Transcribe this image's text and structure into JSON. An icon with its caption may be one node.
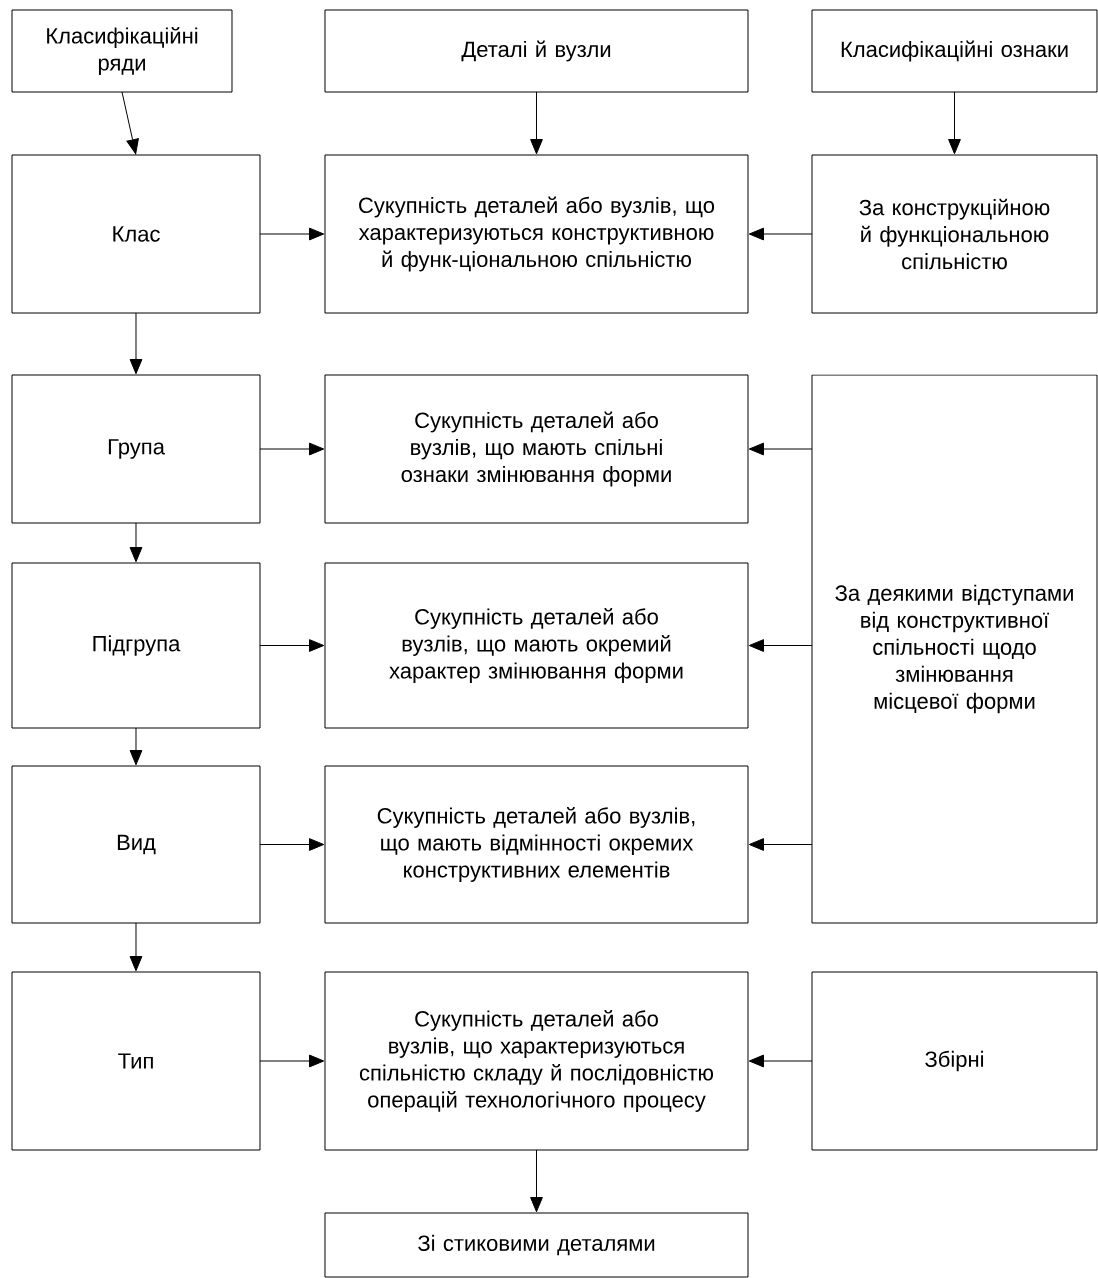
{
  "diagram": {
    "nodes": [
      {
        "text": [
          "Класифікаційні ряди"
        ]
      },
      {
        "text": [
          "Деталі й вузли"
        ]
      },
      {
        "text": [
          "Класифікаційні ознаки"
        ]
      },
      {
        "text": [
          "Клас"
        ]
      },
      {
        "text": [
          "Сукупність деталей або вузлів, що характеризуються конструктивною й функ-ціональною спільністю"
        ]
      },
      {
        "text": [
          "За конструкційною й функціональною спільністю"
        ]
      },
      {
        "text": [
          "Група"
        ]
      },
      {
        "text": [
          "Сукупність деталей або вузлів, що мають спільні ознаки змінювання форми"
        ]
      },
      {
        "text": [
          "За деякими відступами від конструктивної спільності щодо змінювання місцевої форми"
        ]
      },
      {
        "text": [
          "Підгрупа"
        ]
      },
      {
        "text": [
          "Сукупність деталей або вузлів, що мають окремий характер змінювання форми"
        ]
      },
      {
        "text": [
          "Вид"
        ]
      },
      {
        "text": [
          "Сукупність деталей або вузлів, що мають відмінності окремих конструктивних елементів"
        ]
      },
      {
        "text": [
          "Тип"
        ]
      },
      {
        "text": [
          "Сукупність деталей або вузлів, що характеризуються спільністю складу й послідовністю операцій технологічного процесу"
        ]
      },
      {
        "text": [
          "Збірні"
        ]
      },
      {
        "text": [
          "Зі стиковими деталями"
        ]
      }
    ],
    "edges": [
      {
        "from": 0,
        "to": 3,
        "arrow": "to"
      },
      {
        "from": 1,
        "to": 4,
        "arrow": "to"
      },
      {
        "from": 2,
        "to": 5,
        "arrow": "to"
      },
      {
        "from": 3,
        "to": 4,
        "arrow": "to"
      },
      {
        "from": 5,
        "to": 4,
        "arrow": "to"
      },
      {
        "from": 3,
        "to": 6,
        "arrow": "to"
      },
      {
        "from": 6,
        "to": 7,
        "arrow": "to"
      },
      {
        "from": 8,
        "to": 7,
        "arrow": "to"
      },
      {
        "from": 6,
        "to": 9,
        "arrow": "to"
      },
      {
        "from": 9,
        "to": 10,
        "arrow": "to"
      },
      {
        "from": 8,
        "to": 10,
        "arrow": "to"
      },
      {
        "from": 9,
        "to": 11,
        "arrow": "to"
      },
      {
        "from": 11,
        "to": 12,
        "arrow": "to"
      },
      {
        "from": 8,
        "to": 12,
        "arrow": "to"
      },
      {
        "from": 11,
        "to": 13,
        "arrow": "to"
      },
      {
        "from": 13,
        "to": 14,
        "arrow": "to"
      },
      {
        "from": 15,
        "to": 14,
        "arrow": "to"
      },
      {
        "from": 14,
        "to": 16,
        "arrow": "to"
      }
    ]
  }
}
